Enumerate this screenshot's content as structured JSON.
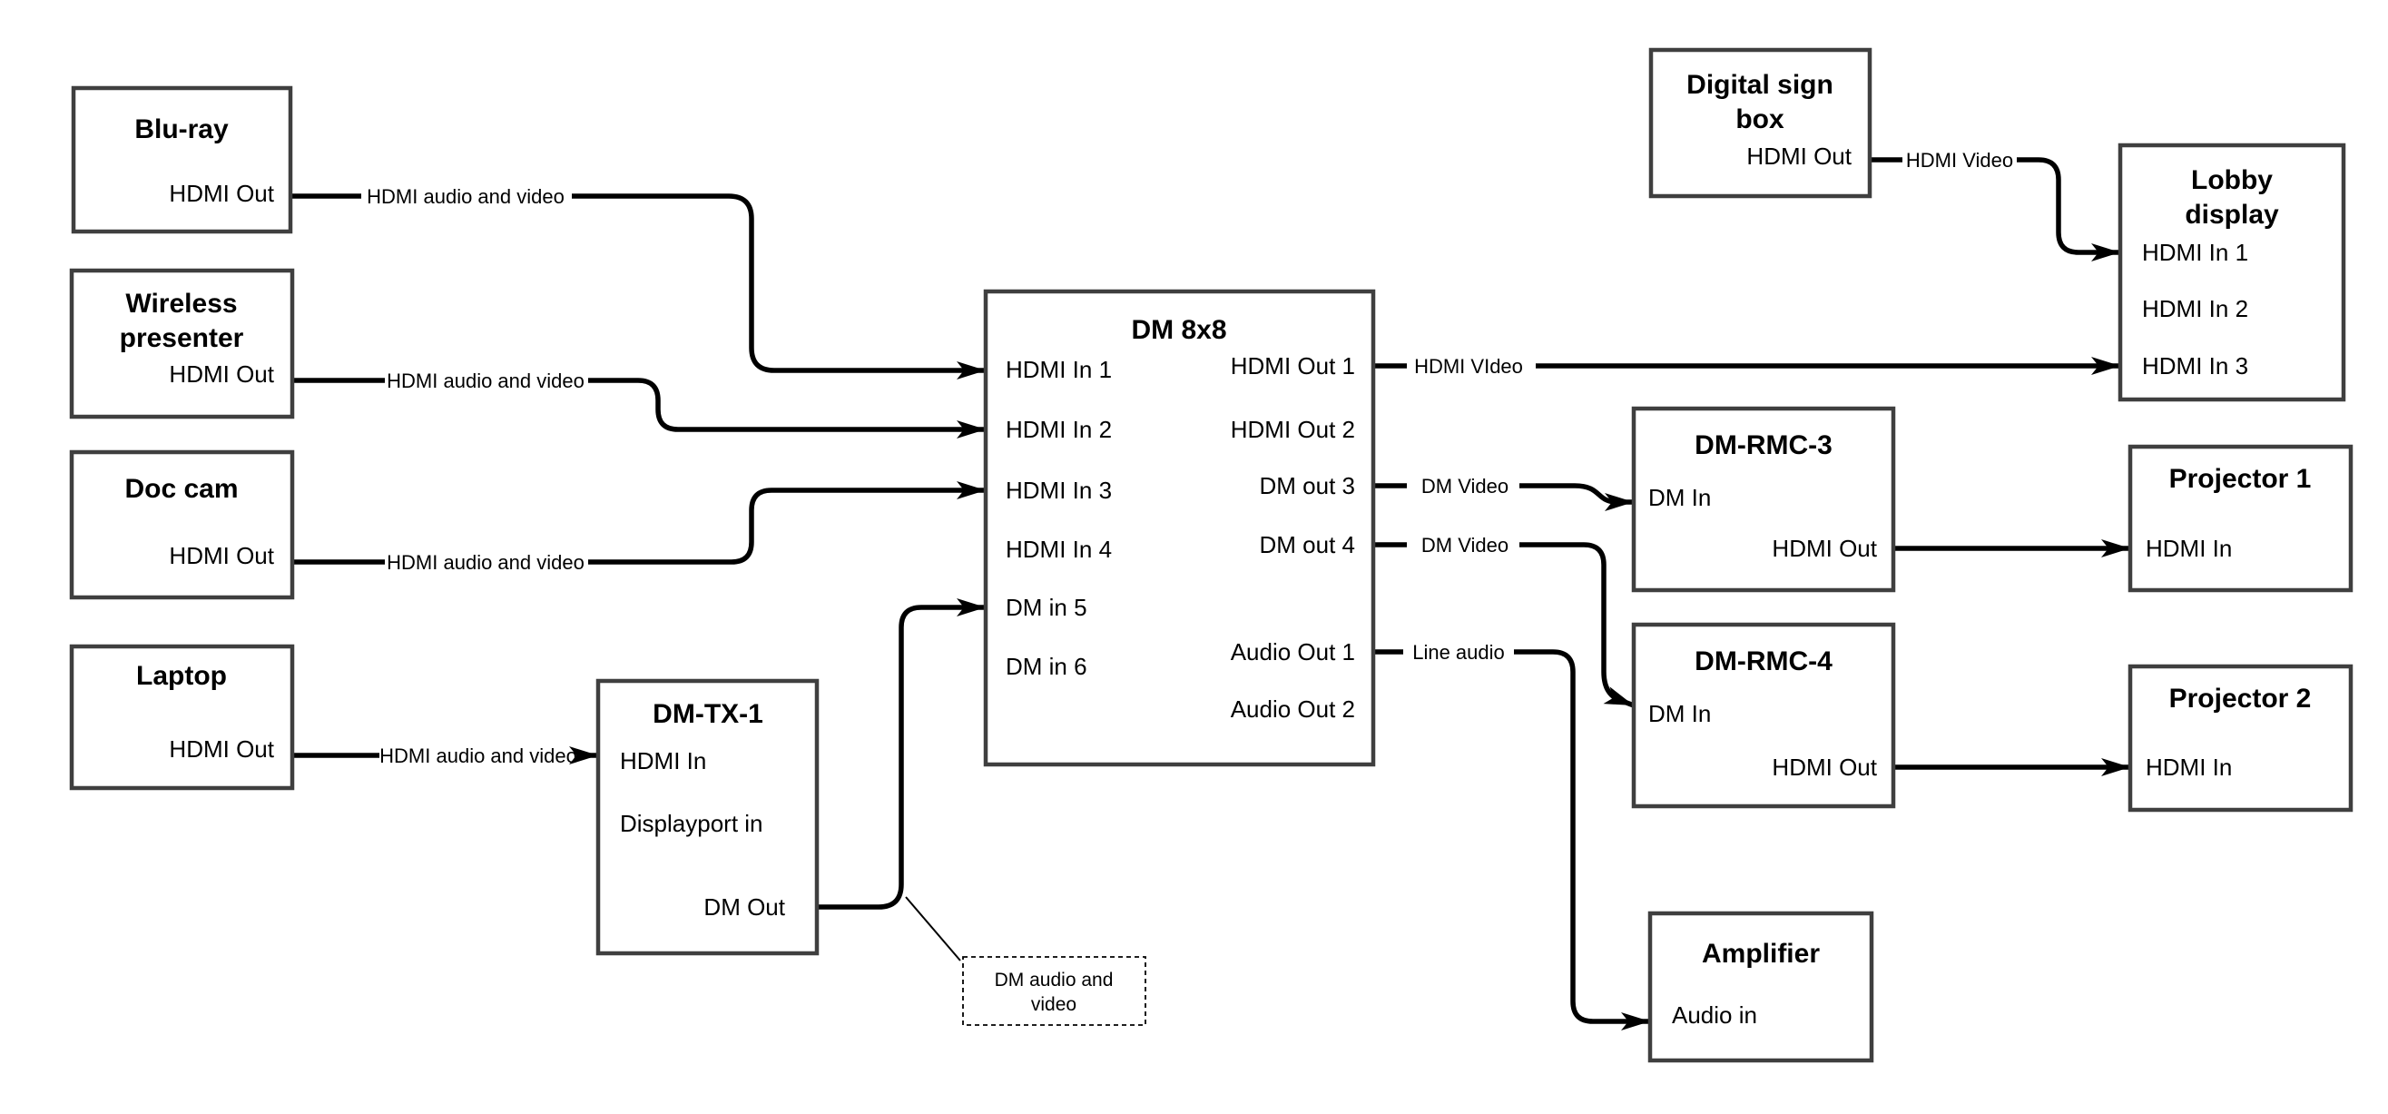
{
  "diagram_type": "av-signal-flow-diagram",
  "colors": {
    "background": "#ffffff",
    "box_border": "#3f3f3f",
    "connector": "#000000",
    "text": "#000000"
  },
  "nodes": {
    "bluray": {
      "title_lines": [
        "Blu-ray"
      ],
      "ports": [
        "HDMI Out"
      ]
    },
    "wireless": {
      "title_lines": [
        "Wireless",
        "presenter"
      ],
      "ports": [
        "HDMI Out"
      ]
    },
    "doccam": {
      "title_lines": [
        "Doc cam"
      ],
      "ports": [
        "HDMI Out"
      ]
    },
    "laptop": {
      "title_lines": [
        "Laptop"
      ],
      "ports": [
        "HDMI Out"
      ]
    },
    "dmtx1": {
      "title_lines": [
        "DM-TX-1"
      ],
      "ports": [
        "HDMI In",
        "Displayport in",
        "DM Out"
      ]
    },
    "dm8x8": {
      "title_lines": [
        "DM 8x8"
      ],
      "inputs": [
        "HDMI In 1",
        "HDMI In 2",
        "HDMI In 3",
        "HDMI In 4",
        "DM in 5",
        "DM in 6"
      ],
      "outputs": [
        "HDMI Out 1",
        "HDMI Out 2",
        "DM out 3",
        "DM out 4",
        "Audio Out 1",
        "Audio Out 2"
      ]
    },
    "digitalsign": {
      "title_lines": [
        "Digital sign",
        "box"
      ],
      "ports": [
        "HDMI Out"
      ]
    },
    "lobby": {
      "title_lines": [
        "Lobby",
        "display"
      ],
      "ports": [
        "HDMI In 1",
        "HDMI In 2",
        "HDMI In 3"
      ]
    },
    "dmrmc3": {
      "title_lines": [
        "DM-RMC-3"
      ],
      "ports": [
        "DM In",
        "HDMI Out"
      ]
    },
    "proj1": {
      "title_lines": [
        "Projector 1"
      ],
      "ports": [
        "HDMI In"
      ]
    },
    "dmrmc4": {
      "title_lines": [
        "DM-RMC-4"
      ],
      "ports": [
        "DM In",
        "HDMI Out"
      ]
    },
    "proj2": {
      "title_lines": [
        "Projector 2"
      ],
      "ports": [
        "HDMI In"
      ]
    },
    "amplifier": {
      "title_lines": [
        "Amplifier"
      ],
      "ports": [
        "Audio in"
      ]
    }
  },
  "edges": {
    "bluray_to_dm8x8": {
      "label": "HDMI audio and video",
      "from": "Blu-ray HDMI Out",
      "to": "DM 8x8 HDMI In 1"
    },
    "wireless_to_dm8x8": {
      "label": "HDMI audio and video",
      "from": "Wireless presenter HDMI Out",
      "to": "DM 8x8 HDMI In 2"
    },
    "doccam_to_dm8x8": {
      "label": "HDMI audio and video",
      "from": "Doc cam HDMI Out",
      "to": "DM 8x8 HDMI In 3"
    },
    "laptop_to_dmtx1": {
      "label": "HDMI audio and video",
      "from": "Laptop HDMI Out",
      "to": "DM-TX-1 HDMI In"
    },
    "dmtx1_to_dm8x8": {
      "label": "",
      "from": "DM-TX-1 DM Out",
      "to": "DM 8x8 DM in 5"
    },
    "hdmiout1_to_lobby": {
      "label": "HDMI VIdeo",
      "from": "DM 8x8 HDMI Out 1",
      "to": "Lobby display HDMI In 3"
    },
    "digitalsign_to_lobby": {
      "label": "HDMI Video",
      "from": "Digital sign box HDMI Out",
      "to": "Lobby display HDMI In 1"
    },
    "dmout3_to_rmc3": {
      "label": "DM Video",
      "from": "DM 8x8 DM out 3",
      "to": "DM-RMC-3 DM In"
    },
    "dmout4_to_rmc4": {
      "label": "DM Video",
      "from": "DM 8x8 DM out 4",
      "to": "DM-RMC-4 DM In"
    },
    "audioout1_to_amp": {
      "label": "Line audio",
      "from": "DM 8x8 Audio Out 1",
      "to": "Amplifier Audio in"
    },
    "rmc3_to_proj1": {
      "label": "",
      "from": "DM-RMC-3 HDMI Out",
      "to": "Projector 1 HDMI In"
    },
    "rmc4_to_proj2": {
      "label": "",
      "from": "DM-RMC-4 HDMI Out",
      "to": "Projector 2 HDMI In"
    }
  },
  "note": {
    "lines": [
      "DM audio and",
      "video"
    ]
  }
}
